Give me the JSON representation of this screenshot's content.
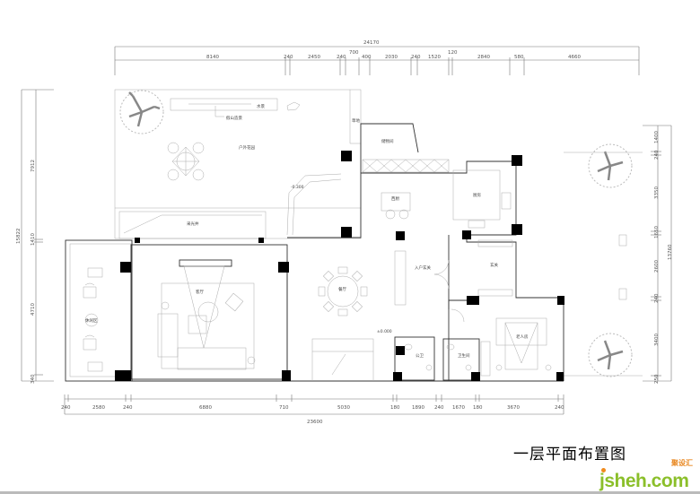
{
  "title": "一层平面布置图",
  "logo": {
    "text": "jsheh.com",
    "cn": "聚设汇",
    "green": "#8bbf2a",
    "orange": "#f08a1c"
  },
  "dims_top": {
    "total": "24170",
    "segments": [
      "8140",
      "240",
      "2450",
      "240",
      "700",
      "400",
      "2030",
      "240",
      "1520",
      "120",
      "2840",
      "580",
      "4660"
    ]
  },
  "dims_bottom": {
    "total": "23600",
    "segments": [
      "240",
      "2580",
      "240",
      "6880",
      "710",
      "5030",
      "180",
      "1890",
      "240",
      "1670",
      "180",
      "3670",
      "240"
    ]
  },
  "dims_left": {
    "total": "15822",
    "segments": [
      "7912",
      "1410",
      "4710",
      "340"
    ]
  },
  "dims_right": {
    "total": "13760",
    "segments": [
      "1400",
      "240",
      "3350",
      "1650",
      "2600",
      "240",
      "3400",
      "250"
    ]
  },
  "rooms": {
    "garden": "户外花园",
    "rockery": "假山造景",
    "water": "水景",
    "lawn": "草地",
    "storage": "储物间",
    "lightwell": "采光井",
    "western_kitchen": "西厨",
    "kitchen": "厨房",
    "entry_hall": "入户玄关",
    "foyer": "玄关",
    "living": "客厅",
    "dining": "餐厅",
    "leisure": "休闲区",
    "public_bath": "公卫",
    "bathroom": "卫生间",
    "elder_room": "老人房"
  },
  "levels": {
    "garden_step": "-0.300",
    "stair": "±0.000"
  }
}
